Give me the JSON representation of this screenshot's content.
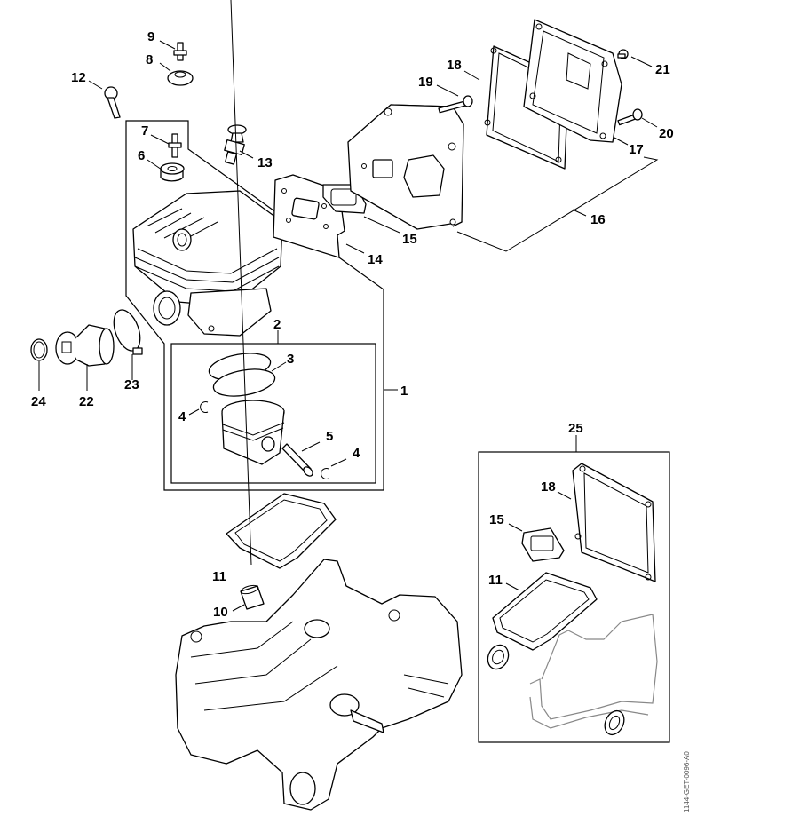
{
  "diagram": {
    "type": "exploded-parts-diagram",
    "document_id": "1144-GET-0096-A0",
    "callouts": [
      {
        "id": "c1",
        "text": "1",
        "part": "cylinder-with-piston-assembly-bracket"
      },
      {
        "id": "c2",
        "text": "2",
        "part": "piston-assembly-box"
      },
      {
        "id": "c3",
        "text": "3",
        "part": "piston-rings"
      },
      {
        "id": "c4a",
        "text": "4",
        "part": "circlip-left"
      },
      {
        "id": "c4b",
        "text": "4",
        "part": "circlip-right"
      },
      {
        "id": "c5",
        "text": "5",
        "part": "piston-pin"
      },
      {
        "id": "c6",
        "text": "6",
        "part": "spacer-sleeve"
      },
      {
        "id": "c7",
        "text": "7",
        "part": "stud"
      },
      {
        "id": "c8",
        "text": "8",
        "part": "spacer-sleeve-top"
      },
      {
        "id": "c9",
        "text": "9",
        "part": "stud-top"
      },
      {
        "id": "c10",
        "text": "10",
        "part": "needle-cage"
      },
      {
        "id": "c11",
        "text": "11",
        "part": "cylinder-gasket"
      },
      {
        "id": "c12",
        "text": "12",
        "part": "screw"
      },
      {
        "id": "c13",
        "text": "13",
        "part": "decompression-valve"
      },
      {
        "id": "c14",
        "text": "14",
        "part": "heat-shield-plate"
      },
      {
        "id": "c15",
        "text": "15",
        "part": "muffler-gasket"
      },
      {
        "id": "c16",
        "text": "16",
        "part": "muffler-assembly-bracket"
      },
      {
        "id": "c17",
        "text": "17",
        "part": "muffler-cover"
      },
      {
        "id": "c18",
        "text": "18",
        "part": "muffler-cover-gasket"
      },
      {
        "id": "c19",
        "text": "19",
        "part": "muffler-screw"
      },
      {
        "id": "c20",
        "text": "20",
        "part": "cover-screw"
      },
      {
        "id": "c21",
        "text": "21",
        "part": "cover-screw-small"
      },
      {
        "id": "c22",
        "text": "22",
        "part": "intake-manifold"
      },
      {
        "id": "c23",
        "text": "23",
        "part": "hose-clamp"
      },
      {
        "id": "c24",
        "text": "24",
        "part": "intake-ring"
      },
      {
        "id": "c25",
        "text": "25",
        "part": "gasket-set-box"
      },
      {
        "id": "c25_18",
        "text": "18",
        "part": "gasket-set-cover-gasket"
      },
      {
        "id": "c25_15",
        "text": "15",
        "part": "gasket-set-muffler-gasket"
      },
      {
        "id": "c25_11",
        "text": "11",
        "part": "gasket-set-cylinder-gasket"
      }
    ]
  }
}
